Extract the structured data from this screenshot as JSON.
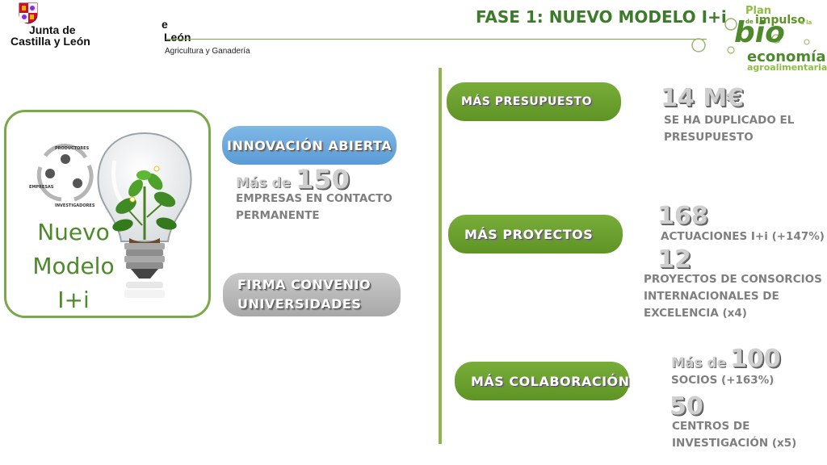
{
  "header": {
    "org_line1": "Junta de",
    "org_line2": "Castilla y León",
    "partial_e": "e",
    "partial_leon": "León",
    "consejeria": "Agricultura y Ganadería",
    "title": "FASE 1: NUEVO MODELO I+i"
  },
  "plan_logo": {
    "plan": "Plan",
    "de": "de",
    "impulso": "impulso",
    "a_la": "a la",
    "bio": "bio",
    "economia": "economía",
    "agroalimentaria": "agroalimentaria"
  },
  "left_panel": {
    "diagram_labels": [
      "PRODUCTORES",
      "EMPRESAS",
      "INVESTIGADORES"
    ],
    "title_line1": "Nuevo",
    "title_line2": "Modelo",
    "title_line3": "I+i"
  },
  "middle": {
    "innovacion_label": "INNOVACIÓN ABIERTA",
    "innovacion_prefix": "Más de",
    "innovacion_number": "150",
    "innovacion_desc1": "EMPRESAS EN CONTACTO",
    "innovacion_desc2": "PERMANENTE",
    "convenio_line1": "FIRMA CONVENIO",
    "convenio_line2": "UNIVERSIDADES"
  },
  "right": {
    "presupuesto_label": "MÁS PRESUPUESTO",
    "presupuesto_number": "14 M€",
    "presupuesto_desc1": "SE HA DUPLICADO EL",
    "presupuesto_desc2": "PRESUPUESTO",
    "proyectos_label": "MÁS PROYECTOS",
    "proyectos_number1": "168",
    "proyectos_desc1": "ACTUACIONES I+i (+147%)",
    "proyectos_number2": "12",
    "proyectos_desc2a": "PROYECTOS DE CONSORCIOS",
    "proyectos_desc2b": "INTERNACIONALES DE",
    "proyectos_desc2c": "EXCELENCIA (x4)",
    "colaboracion_label": "MÁS COLABORACIÓN",
    "colaboracion_prefix": "Más de",
    "colaboracion_number1": "100",
    "colaboracion_desc1": "SOCIOS (+163%)",
    "colaboracion_number2": "50",
    "colaboracion_desc2a": "CENTROS DE",
    "colaboracion_desc2b": "INVESTIGACIÓN (x5)"
  },
  "colors": {
    "accent_green": "#5e9424",
    "title_green": "#3b7b2a",
    "pill_blue": "#5a9bd6",
    "pill_grey": "#a8a8a8",
    "text_grey": "#7f7f7f"
  }
}
